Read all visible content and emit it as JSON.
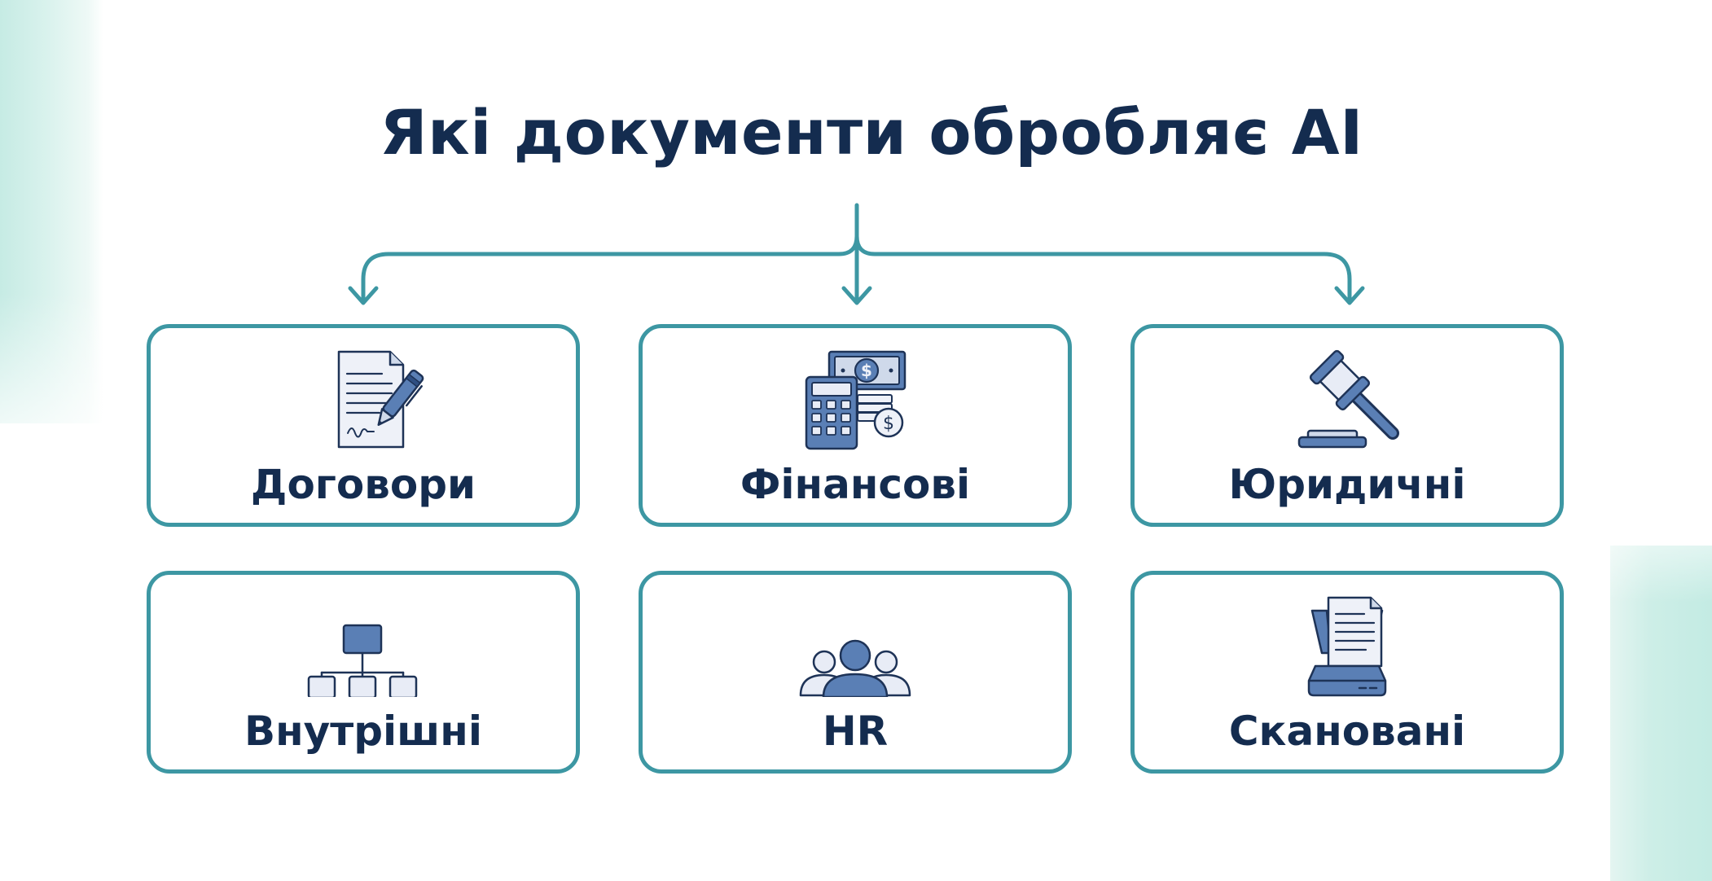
{
  "title": "Які документи обробляє AI",
  "colors": {
    "title": "#142c4f",
    "accent": "#3d97a3",
    "icon_fill": "#5a7fb5",
    "icon_light": "#e8ecf6",
    "icon_stroke": "#1e3357",
    "background_tint": "#c6ebe4"
  },
  "categories": [
    {
      "label": "Договори",
      "icon": "contract-pen-icon"
    },
    {
      "label": "Фінансові",
      "icon": "calculator-money-icon"
    },
    {
      "label": "Юридичні",
      "icon": "gavel-icon"
    },
    {
      "label": "Внутрішні",
      "icon": "org-chart-icon"
    },
    {
      "label": "HR",
      "icon": "people-group-icon"
    },
    {
      "label": "Скановані",
      "icon": "scanner-document-icon"
    }
  ]
}
